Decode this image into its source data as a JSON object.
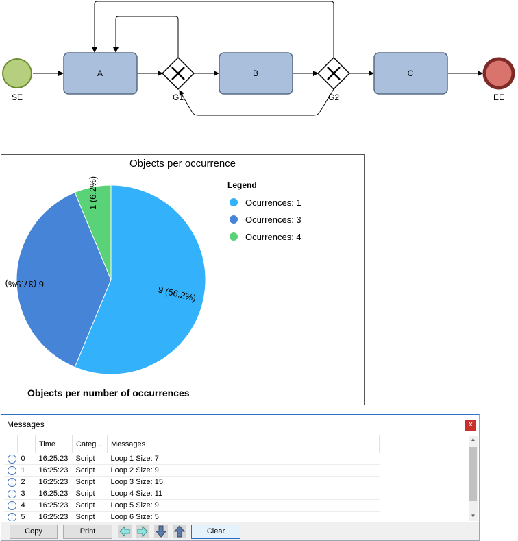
{
  "diagram": {
    "start_label": "SE",
    "end_label": "EE",
    "tasks": [
      "A",
      "B",
      "C"
    ],
    "gateways": [
      "G1",
      "G2"
    ]
  },
  "chart": {
    "panel_title": "Objects per occurrence",
    "footer": "Objects per number of occurrences",
    "legend_title": "Legend"
  },
  "chart_data": {
    "type": "pie",
    "title": "Objects per occurrence",
    "subtitle": "Objects per number of occurrences",
    "legend_title": "Legend",
    "legend_position": "right",
    "slices": [
      {
        "label": "Ocurrences: 1",
        "value": 9,
        "percent": "56.2%",
        "data_label": "9 (56.2%)",
        "color": "#33b1fb"
      },
      {
        "label": "Ocurrences: 3",
        "value": 6,
        "percent": "37.5%",
        "data_label": "6 (37.5%)",
        "color": "#4584d6"
      },
      {
        "label": "Ocurrences: 4",
        "value": 1,
        "percent": "6.2%",
        "data_label": "1 (6.2%)",
        "color": "#5ad378"
      }
    ]
  },
  "messages": {
    "title": "Messages",
    "close_label": "x",
    "columns": [
      "",
      "",
      "Time",
      "Categ...",
      "Messages"
    ],
    "rows": [
      {
        "index": "0",
        "time": "16:25:23",
        "category": "Script",
        "message": "Loop 1 Size: 7"
      },
      {
        "index": "1",
        "time": "16:25:23",
        "category": "Script",
        "message": "Loop 2 Size: 9"
      },
      {
        "index": "2",
        "time": "16:25:23",
        "category": "Script",
        "message": "Loop 3 Size: 15"
      },
      {
        "index": "3",
        "time": "16:25:23",
        "category": "Script",
        "message": "Loop 4 Size: 11"
      },
      {
        "index": "4",
        "time": "16:25:23",
        "category": "Script",
        "message": "Loop 5 Size: 9"
      },
      {
        "index": "5",
        "time": "16:25:23",
        "category": "Script",
        "message": "Loop 6 Size: 5"
      }
    ],
    "toolbar": {
      "copy": "Copy",
      "print": "Print",
      "clear": "Clear",
      "icons": [
        "arrow-left-icon",
        "arrow-right-icon",
        "arrow-down-icon",
        "arrow-up-icon"
      ]
    }
  }
}
